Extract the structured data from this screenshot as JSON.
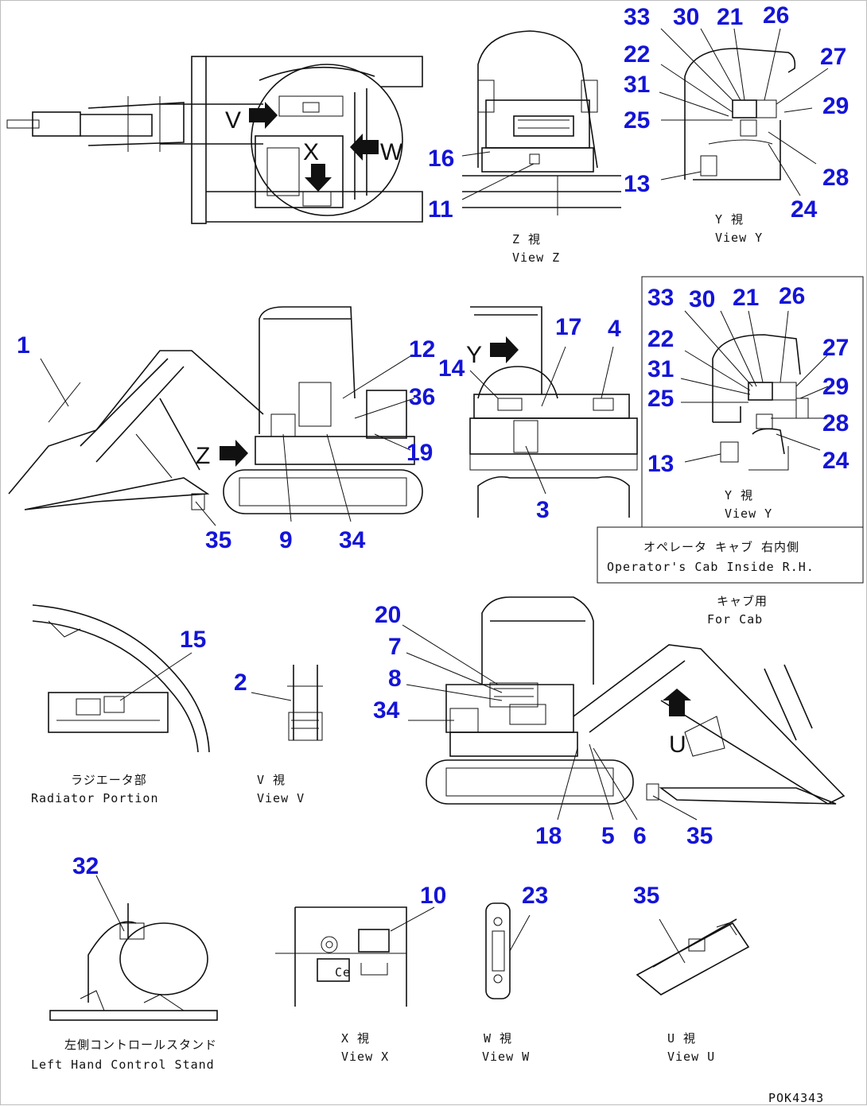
{
  "drawing_code": "POK4343",
  "colors": {
    "callout": "#1414d8",
    "line": "#111111",
    "background": "#ffffff"
  },
  "view_tags": {
    "v": "V",
    "w": "W",
    "x": "X",
    "y": "Y",
    "z": "Z",
    "u": "U"
  },
  "captions": {
    "view_z_jp": "Z  視",
    "view_z_en": "View Z",
    "view_y_jp": "Y  視",
    "view_y_en": "View Y",
    "inset_y_jp": "Y  視",
    "inset_y_en": "View Y",
    "inset_title_jp": "オペレータ キャブ 右内側",
    "inset_title_en": "Operator's Cab Inside R.H.",
    "cab_jp": "キャブ用",
    "cab_en": "For Cab",
    "radiator_jp": "ラジエータ部",
    "radiator_en": "Radiator Portion",
    "view_v_jp": "V  視",
    "view_v_en": "View V",
    "left_stand_jp": "左側コントロールスタンド",
    "left_stand_en": "Left Hand Control Stand",
    "view_x_jp": "X  視",
    "view_x_en": "View X",
    "view_w_jp": "W  視",
    "view_w_en": "View W",
    "view_u_jp": "U  視",
    "view_u_en": "View U"
  },
  "callouts": {
    "c1": "1",
    "c2": "2",
    "c3": "3",
    "c4": "4",
    "c5": "5",
    "c6": "6",
    "c7": "7",
    "c8": "8",
    "c9": "9",
    "c10": "10",
    "c11": "11",
    "c12": "12",
    "c13a": "13",
    "c13b": "13",
    "c14": "14",
    "c15": "15",
    "c16": "16",
    "c17": "17",
    "c18": "18",
    "c19": "19",
    "c20": "20",
    "c21a": "21",
    "c21b": "21",
    "c22a": "22",
    "c22b": "22",
    "c23": "23",
    "c24a": "24",
    "c24b": "24",
    "c25a": "25",
    "c25b": "25",
    "c26a": "26",
    "c26b": "26",
    "c27a": "27",
    "c27b": "27",
    "c28a": "28",
    "c28b": "28",
    "c29a": "29",
    "c29b": "29",
    "c30a": "30",
    "c30b": "30",
    "c31a": "31",
    "c31b": "31",
    "c32": "32",
    "c33a": "33",
    "c33b": "33",
    "c34a": "34",
    "c34b": "34",
    "c35a": "35",
    "c35b": "35",
    "c35c": "35"
  }
}
